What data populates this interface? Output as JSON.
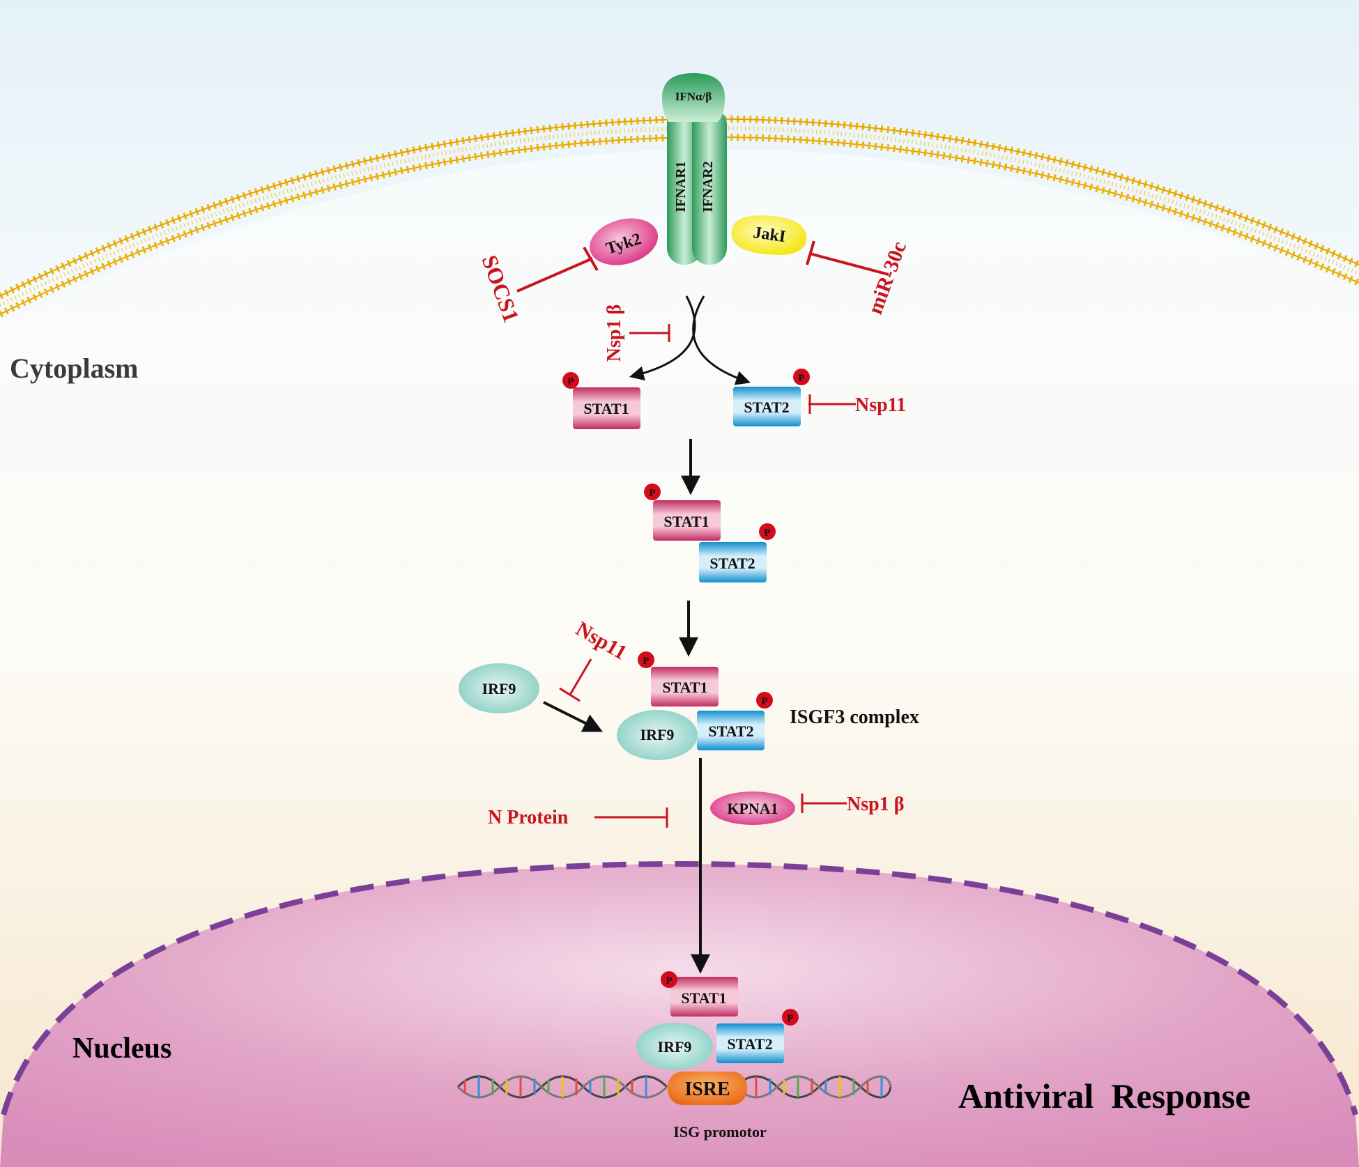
{
  "regions": {
    "cytoplasm": "Cytoplasm",
    "nucleus": "Nucleus"
  },
  "receptor": {
    "ligand": "IFNα/β",
    "chain1": "IFNAR1",
    "chain2": "IFNAR2",
    "kinase_left": "Tyk2",
    "kinase_right": "JakI"
  },
  "proteins": {
    "stat1": "STAT1",
    "stat2": "STAT2",
    "irf9": "IRF9",
    "kpna1": "KPNA1",
    "isre": "ISRE",
    "phospho": "P"
  },
  "inhibitors": {
    "socs1": "SOCS1",
    "mir30c": "miR-30c",
    "nsp1b_top": "Nsp1 β",
    "nsp11_top": "Nsp11",
    "nsp11_mid": "Nsp11",
    "nsp1b_bottom": "Nsp1 β",
    "n_protein": "N Protein"
  },
  "labels": {
    "isgf3": "ISGF3 complex",
    "isg_promotor": "ISG promotor",
    "antiviral": "Antiviral  Response"
  },
  "colors": {
    "inhibition": "#c8141e",
    "stat1": "#d63f74",
    "stat2": "#2aa2dc",
    "irf9": "#8fd2c8",
    "receptor": "#3fae6a",
    "nucleus_border": "#7a3f96",
    "membrane": "#f0b400"
  }
}
